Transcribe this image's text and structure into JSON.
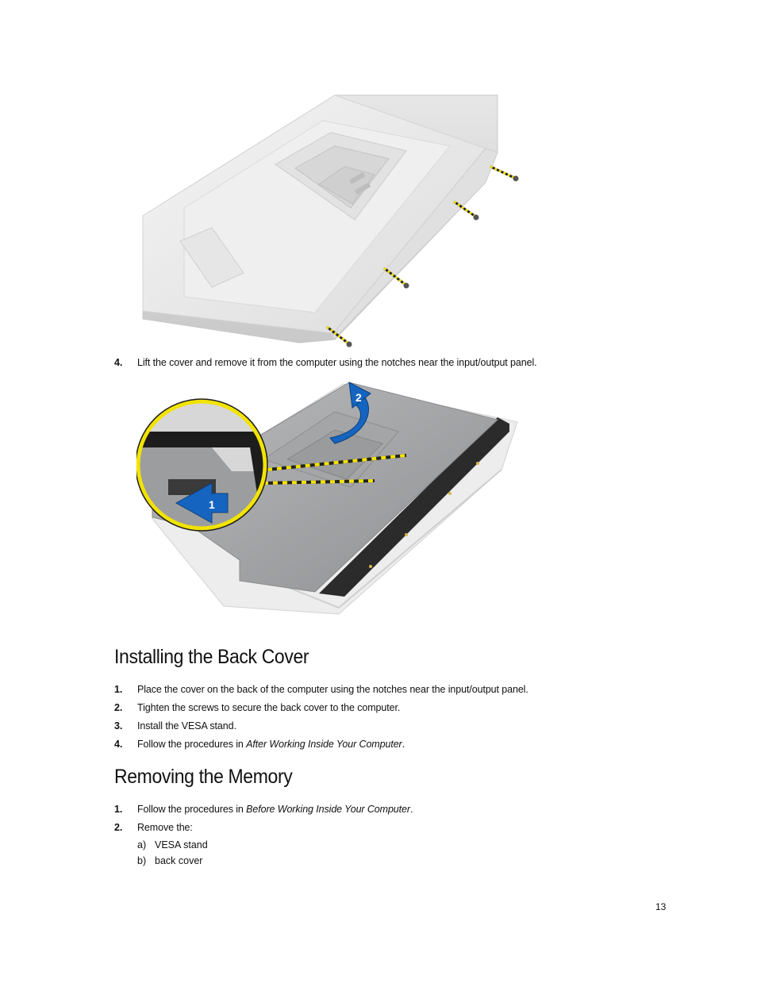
{
  "figure_top": {
    "description_icon": "back-cover-screws-illustration"
  },
  "removing_back_cover": {
    "step4": {
      "number": "4.",
      "text": "Lift the cover and remove it from the computer using the notches near the input/output panel."
    }
  },
  "figure_bottom": {
    "callout_1": "1",
    "callout_2": "2"
  },
  "installing_back_cover": {
    "heading": "Installing the Back Cover",
    "steps": [
      {
        "number": "1.",
        "text": "Place the cover on the back of the computer using the notches near the input/output panel."
      },
      {
        "number": "2.",
        "text": "Tighten the screws to secure the back cover to the computer."
      },
      {
        "number": "3.",
        "text": "Install the VESA stand."
      },
      {
        "number": "4.",
        "text_before": "Follow the procedures in ",
        "ref": "After Working Inside Your Computer",
        "text_after": "."
      }
    ]
  },
  "removing_memory": {
    "heading": "Removing the Memory",
    "steps": [
      {
        "number": "1.",
        "text_before": "Follow the procedures in ",
        "ref": "Before Working Inside Your Computer",
        "text_after": "."
      },
      {
        "number": "2.",
        "text": "Remove the:"
      }
    ],
    "substeps": [
      {
        "letter": "a)",
        "text": "VESA stand"
      },
      {
        "letter": "b)",
        "text": "back cover"
      }
    ]
  },
  "page_number": "13",
  "colors": {
    "arrow_blue": "#1565c0",
    "callout_yellow": "#f2e300",
    "cover_gray": "#a9aaac"
  }
}
